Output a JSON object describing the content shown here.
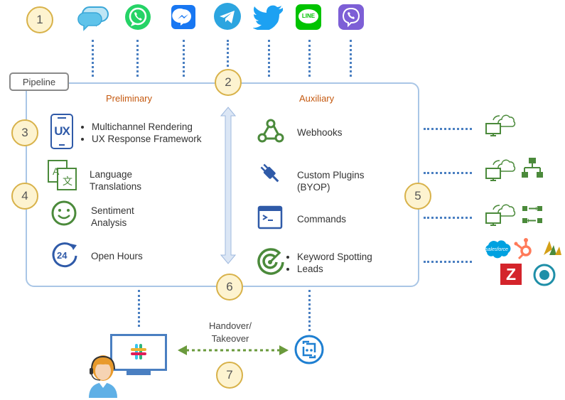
{
  "badges": [
    "1",
    "2",
    "3",
    "4",
    "5",
    "6",
    "7"
  ],
  "pipeline_label": "Pipeline",
  "preliminary": {
    "title": "Preliminary",
    "items": [
      {
        "lines": [
          "Multichannel Rendering",
          "UX Response Framework"
        ],
        "bullets": true
      },
      {
        "lines": [
          "Language",
          "Translations"
        ]
      },
      {
        "lines": [
          "Sentiment",
          "Analysis"
        ]
      },
      {
        "lines": [
          "Open Hours"
        ]
      }
    ]
  },
  "auxiliary": {
    "title": "Auxiliary",
    "items": [
      {
        "lines": [
          "Webhooks"
        ]
      },
      {
        "lines": [
          "Custom Plugins",
          "(BYOP)"
        ]
      },
      {
        "lines": [
          "Commands"
        ]
      },
      {
        "lines": [
          "Keyword Spotting",
          "Leads"
        ],
        "bullets": true
      }
    ]
  },
  "handover": {
    "line1": "Handover/",
    "line2": "Takeover"
  },
  "icon_text": {
    "ux": "UX",
    "line": "LINE",
    "hours": "24",
    "salesforce": "salesforce",
    "zendesk": "Z"
  },
  "channels": [
    "chat-bubbles-icon",
    "whatsapp-icon",
    "messenger-icon",
    "telegram-icon",
    "twitter-icon",
    "line-icon",
    "viber-icon"
  ],
  "colors": {
    "accent_blue": "#4a7fc1",
    "box_border": "#a9c6e6",
    "green": "#4b8a3b",
    "orange": "#c55a11",
    "badge_fill": "#fdf3d0",
    "badge_border": "#d8b24a"
  }
}
